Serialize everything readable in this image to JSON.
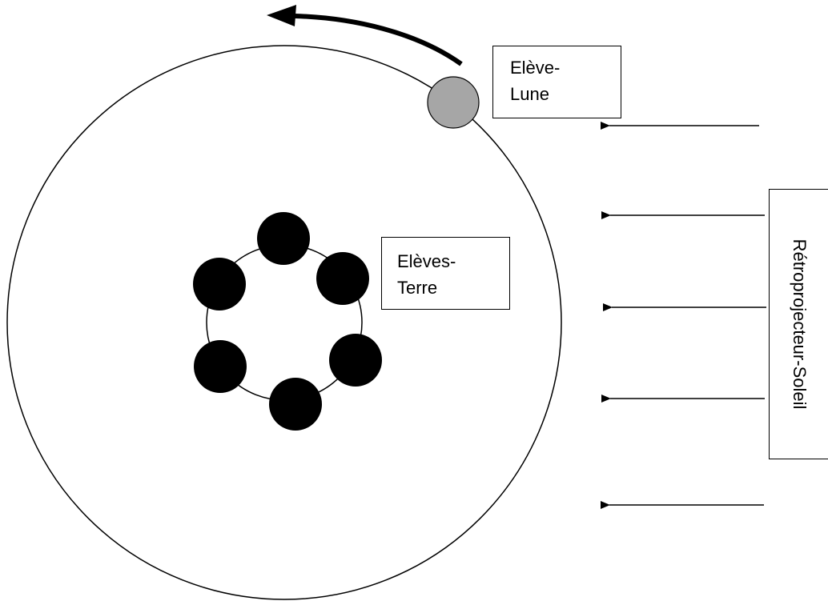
{
  "labels": {
    "moon_line1": "Elève-",
    "moon_line2": "Lune",
    "earth_line1": "Elèves-",
    "earth_line2": "Terre",
    "sun": "Rétroprojecteur-Soleil"
  },
  "elements": {
    "moon_color": "#a6a6a6",
    "earth_student_color": "#000000",
    "earth_student_count": 6,
    "sunlight_arrow_count": 5
  }
}
